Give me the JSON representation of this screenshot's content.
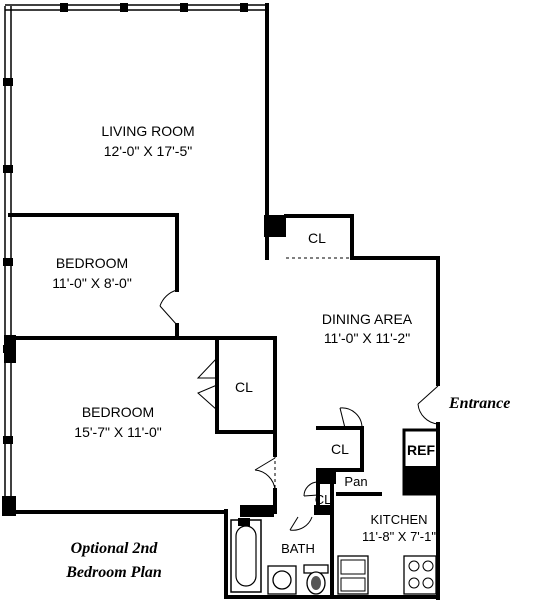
{
  "rooms": {
    "living_room": {
      "name": "LIVING ROOM",
      "dims": "12'-0\" X 17'-5\""
    },
    "bedroom_small": {
      "name": "BEDROOM",
      "dims": "11'-0\" X 8'-0\""
    },
    "bedroom_large": {
      "name": "BEDROOM",
      "dims": "15'-7\" X 11'-0\""
    },
    "dining_area": {
      "name": "DINING AREA",
      "dims": "11'-0\" X 11'-2\""
    },
    "kitchen": {
      "name": "KITCHEN",
      "dims": "11'-8\" X 7'-1\""
    },
    "bath": {
      "name": "BATH"
    }
  },
  "closets": {
    "cl_living": "CL",
    "cl_bedroom": "CL",
    "cl_kitchen": "CL",
    "cl_bath": "CL"
  },
  "fixtures": {
    "pantry": "Pan",
    "refrigerator": "REF"
  },
  "labels": {
    "entrance": "Entrance",
    "caption_line1": "Optional 2nd",
    "caption_line2": "Bedroom Plan"
  }
}
